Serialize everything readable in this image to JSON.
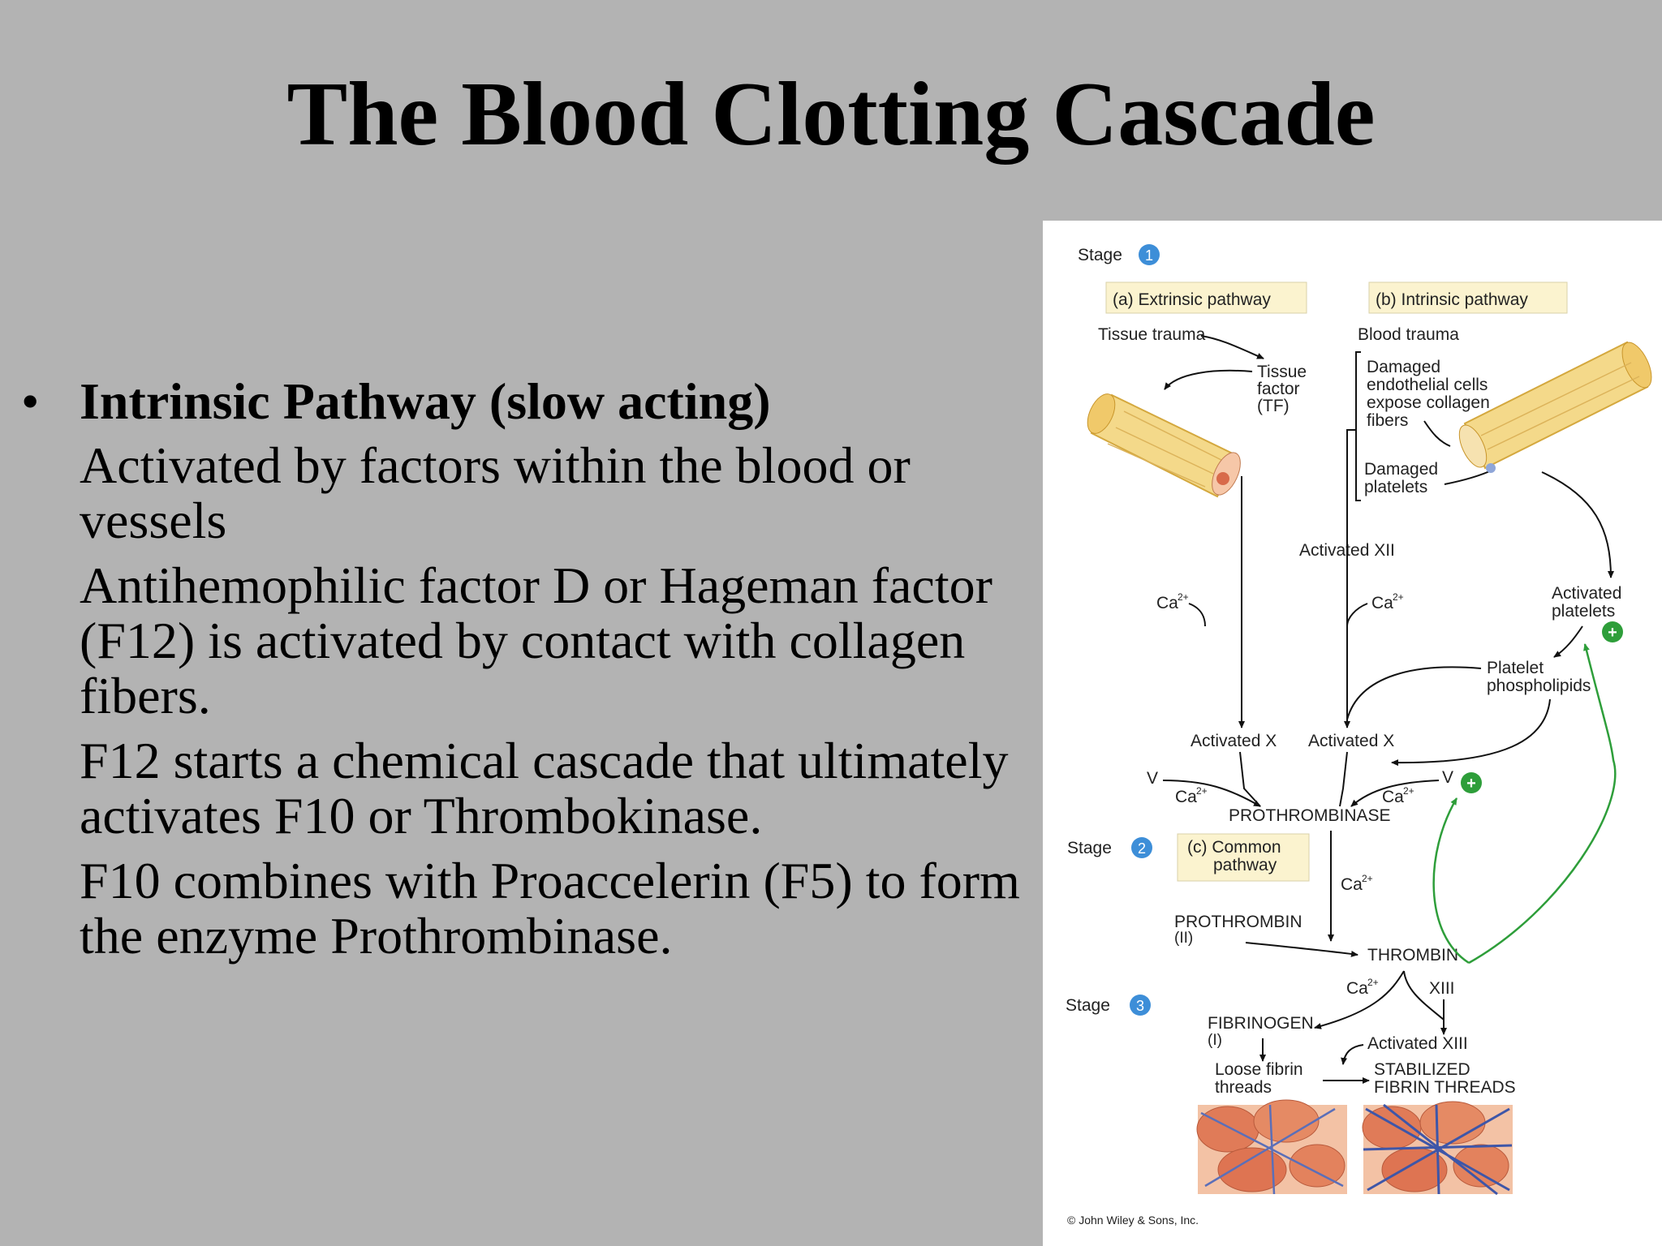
{
  "slide": {
    "title": "The Blood Clotting Cascade",
    "bullet_heading": "Intrinsic Pathway (slow acting)",
    "paragraphs": [
      "Activated by factors within the blood or vessels",
      "Antihemophilic factor D or Hageman factor (F12) is activated by contact with collagen fibers.",
      "F12 starts a chemical cascade that ultimately activates F10 or Thrombokinase.",
      "F10 combines with Proaccelerin (F5) to form the enzyme Prothrombinase."
    ]
  },
  "figure": {
    "stage_label": "Stage",
    "stage_numbers": [
      "1",
      "2",
      "3"
    ],
    "pathways": {
      "extrinsic": "(a) Extrinsic pathway",
      "intrinsic": "(b) Intrinsic pathway",
      "common_1": "(c) Common",
      "common_2": "pathway"
    },
    "labels": {
      "tissue_trauma": "Tissue trauma",
      "tissue_factor_1": "Tissue",
      "tissue_factor_2": "factor",
      "tissue_factor_3": "(TF)",
      "blood_trauma": "Blood trauma",
      "damaged_endo_1": "Damaged",
      "damaged_endo_2": "endothelial cells",
      "damaged_endo_3": "expose collagen",
      "damaged_endo_4": "fibers",
      "damaged_plt_1": "Damaged",
      "damaged_plt_2": "platelets",
      "activated_xii": "Activated XII",
      "ca_1": "Ca",
      "ca_2": "Ca",
      "activated_platelets_1": "Activated",
      "activated_platelets_2": "platelets",
      "platelet_phospho_1": "Platelet",
      "platelet_phospho_2": "phospholipids",
      "activated_x_left": "Activated X",
      "activated_x_right": "Activated X",
      "v_left": "V",
      "v_right": "V",
      "ca_3": "Ca",
      "ca_4": "Ca",
      "prothrombinase": "PROTHROMBINASE",
      "ca_5": "Ca",
      "prothrombin_1": "PROTHROMBIN",
      "prothrombin_2": "(II)",
      "thrombin": "THROMBIN",
      "ca_6": "Ca",
      "xiii": "XIII",
      "fibrinogen_1": "FIBRINOGEN",
      "fibrinogen_2": "(I)",
      "activated_xiii": "Activated XIII",
      "loose_fibrin_1": "Loose fibrin",
      "loose_fibrin_2": "threads",
      "stabilized_1": "STABILIZED",
      "stabilized_2": "FIBRIN THREADS",
      "charge": "2+",
      "plus": "+",
      "copyright": "© John Wiley & Sons, Inc."
    }
  }
}
